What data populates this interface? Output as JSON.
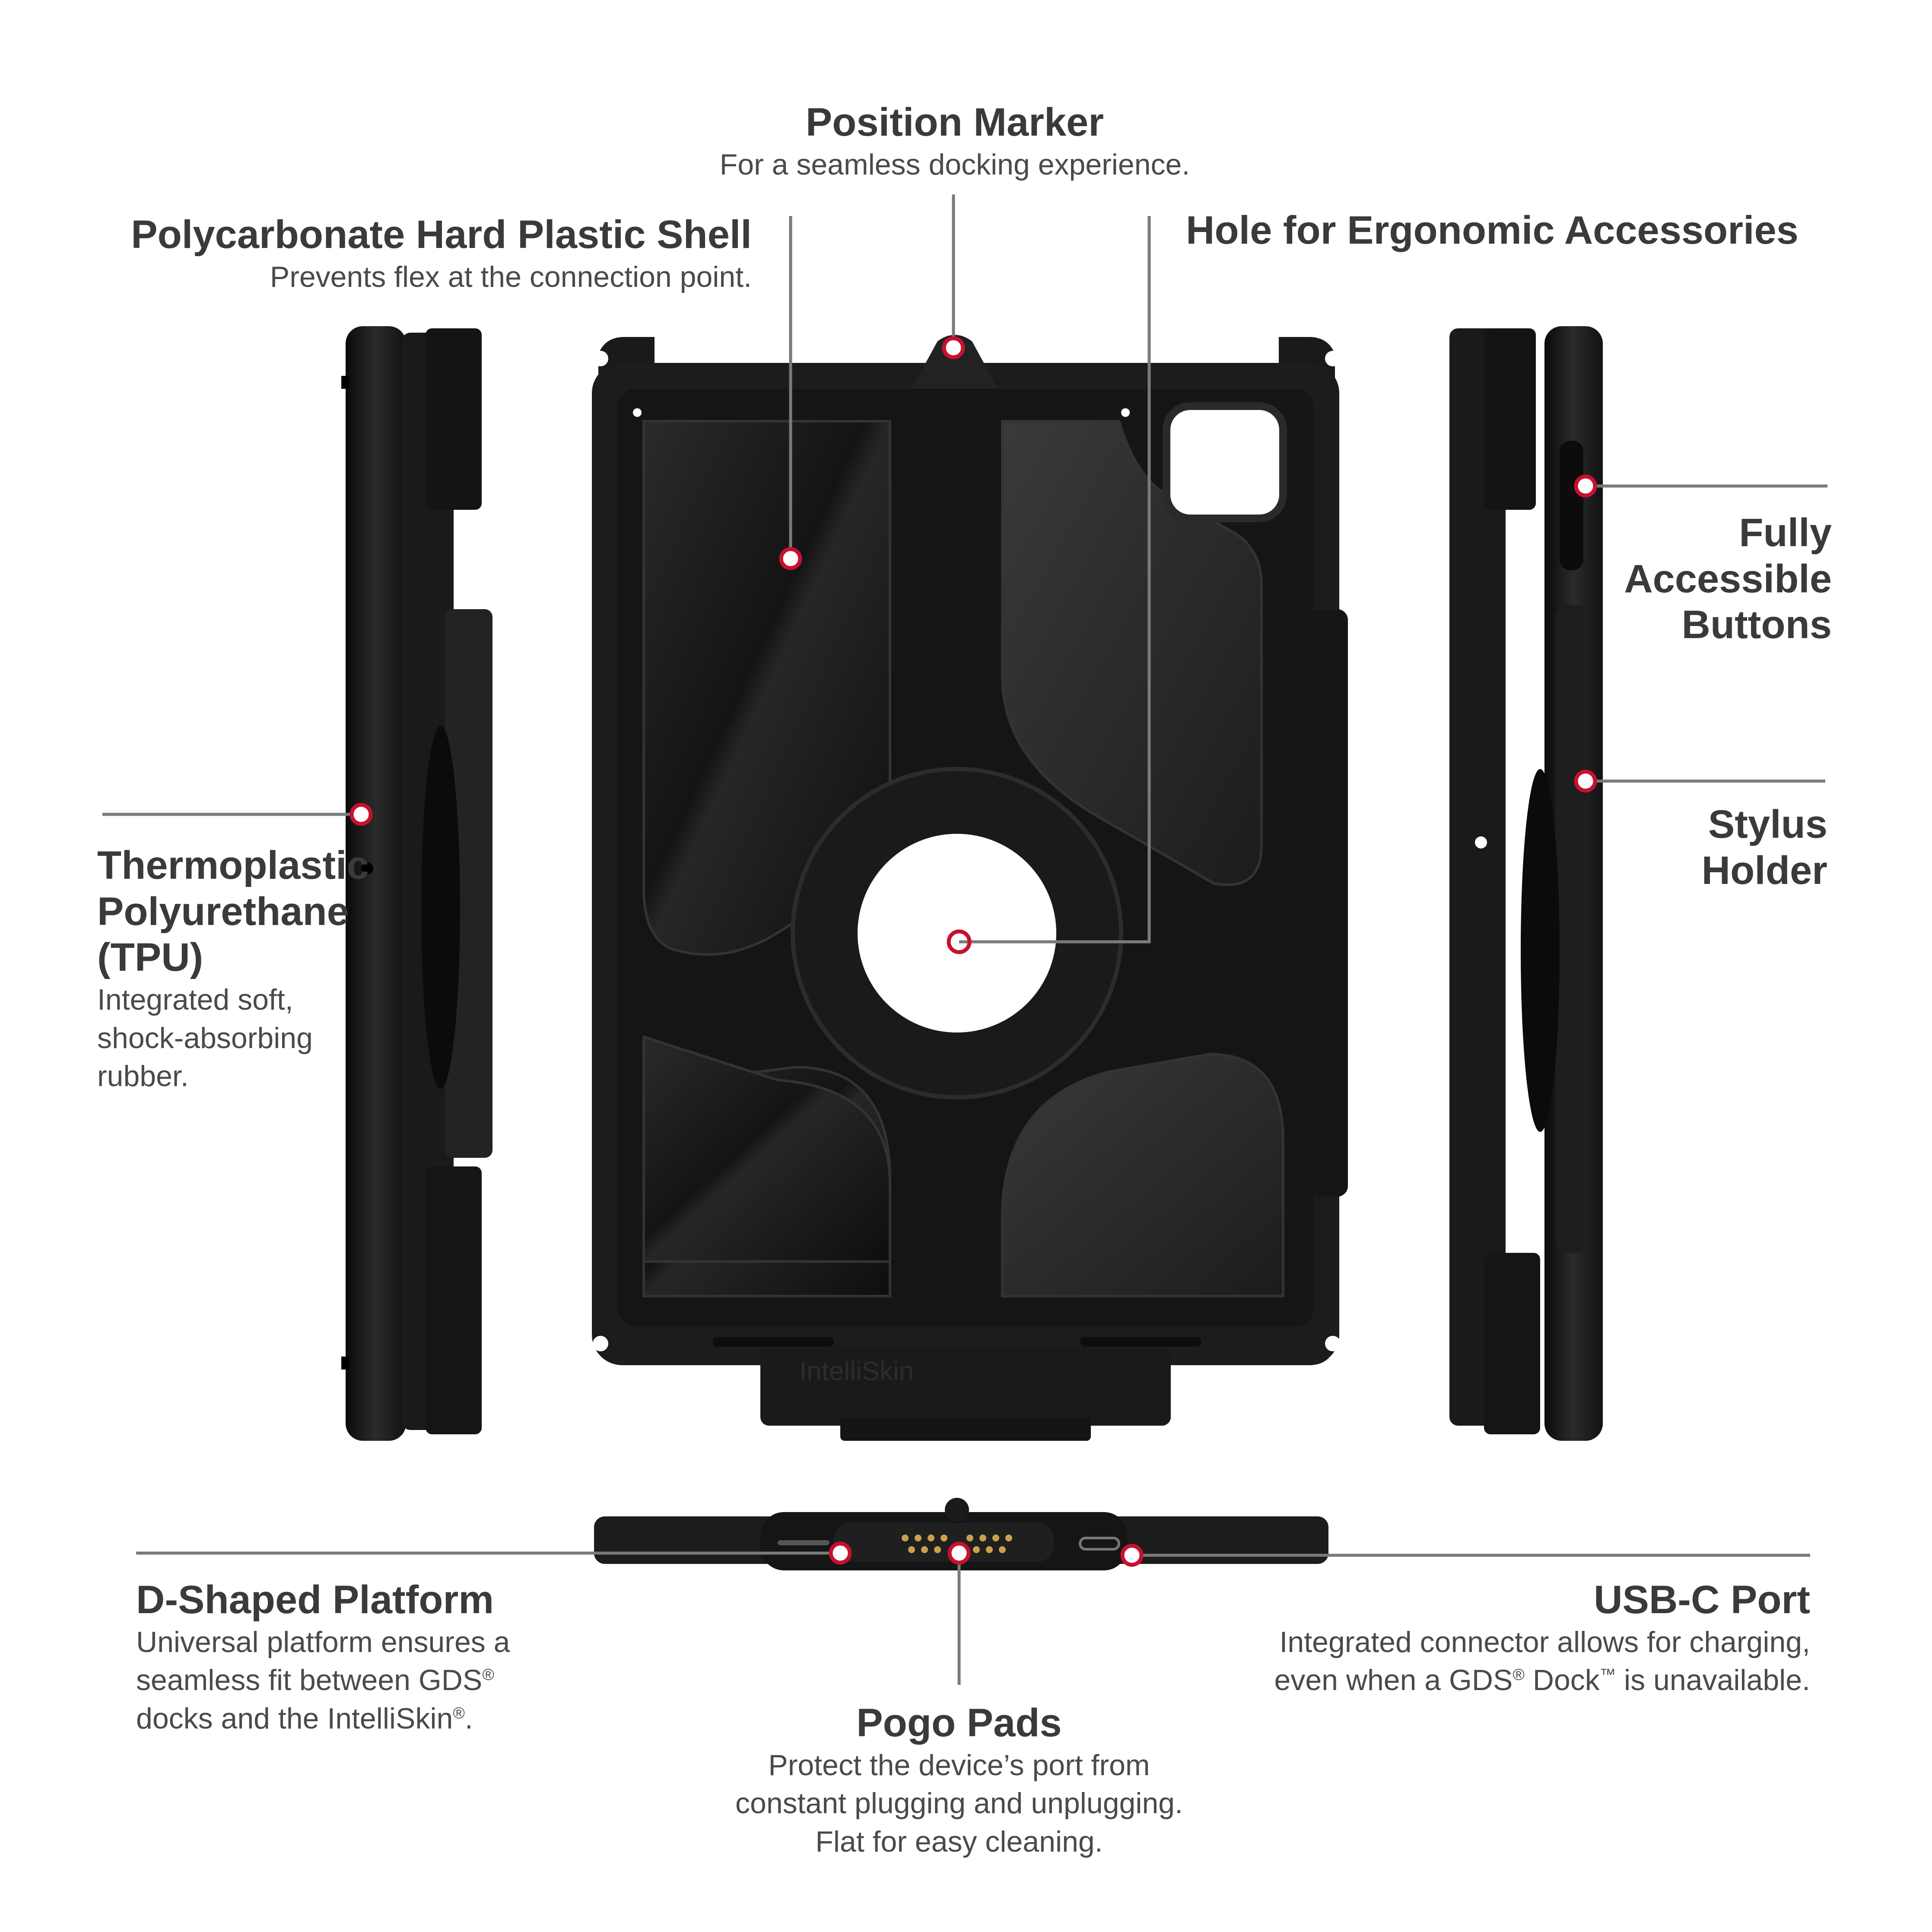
{
  "callouts": {
    "position_marker": {
      "title": "Position Marker",
      "desc": "For a seamless docking experience."
    },
    "shell": {
      "title": "Polycarbonate Hard Plastic Shell",
      "desc": "Prevents flex at the connection point."
    },
    "hole": {
      "title": "Hole for Ergonomic Accessories"
    },
    "buttons": {
      "title_lines": [
        "Fully",
        "Accessible",
        "Buttons"
      ]
    },
    "stylus": {
      "title_lines": [
        "Stylus",
        "Holder"
      ]
    },
    "tpu": {
      "title_lines": [
        "Thermoplastic",
        "Polyurethane",
        "(TPU)"
      ],
      "desc_lines": [
        "Integrated soft,",
        "shock-absorbing",
        "rubber."
      ]
    },
    "d_platform": {
      "title": "D-Shaped Platform",
      "desc_lines": [
        "Universal platform ensures a",
        "seamless fit between GDS",
        "docks and the IntelliSkin",
        "."
      ],
      "reg": "®"
    },
    "usbc": {
      "title": "USB-C Port",
      "desc_lines": [
        "Integrated connector allows for charging,",
        "even when a GDS",
        " Dock",
        " is unavailable."
      ],
      "reg": "®",
      "tm": "™"
    },
    "pogo": {
      "title": "Pogo Pads",
      "desc_lines": [
        "Protect the device’s port from",
        "constant plugging and unplugging.",
        "Flat for easy cleaning."
      ]
    }
  },
  "product": {
    "brand": "IntelliSkin",
    "reg": "®"
  },
  "colors": {
    "leader": "#7a7a7a",
    "marker": "#c8102e",
    "case": "#1e1e1e",
    "case_edge": "#0c0c0c",
    "text": "#3a3a3a"
  }
}
